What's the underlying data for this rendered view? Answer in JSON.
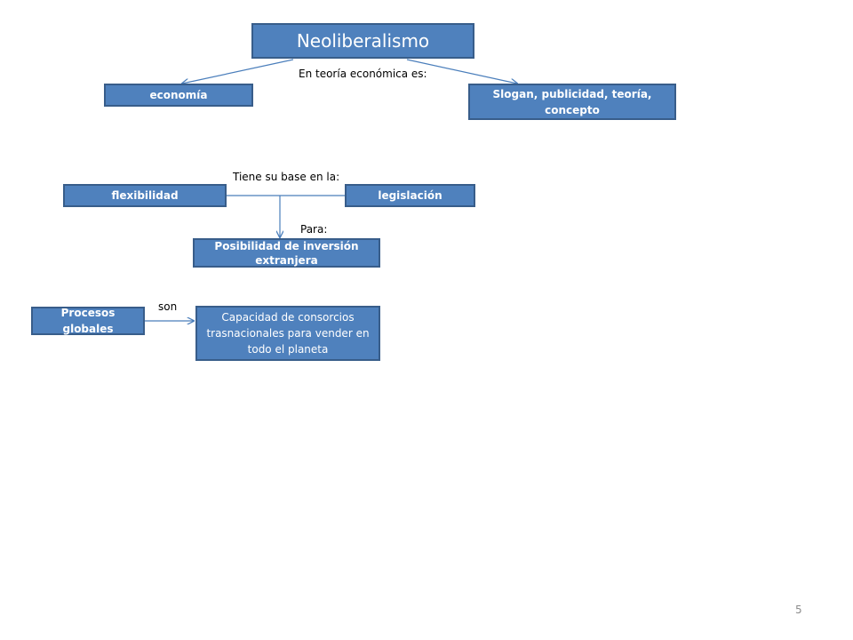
{
  "nodes": {
    "neoliberalismo": "Neoliberalismo",
    "economia": "economía",
    "slogan": "Slogan, publicidad, teoría, concepto",
    "flexibilidad": "flexibilidad",
    "legislacion": "legislación",
    "posibilidad": "Posibilidad  de inversión extranjera",
    "procesos": "Procesos globales",
    "capacidad": "Capacidad de consorcios trasnacionales para vender en todo el planeta"
  },
  "connectors": {
    "teoria": "En teoría económica es:",
    "base": "Tiene su base en la:",
    "para": "Para:",
    "son": "son"
  },
  "page_number": "5",
  "colors": {
    "node_fill": "#4f81bd",
    "node_border": "#385d8a",
    "line": "#4a7ebb"
  }
}
